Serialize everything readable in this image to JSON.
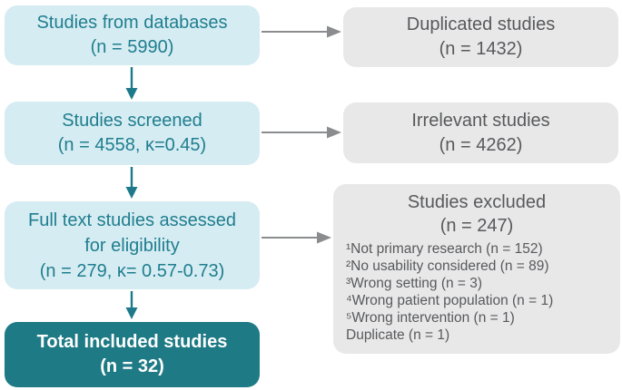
{
  "figure": {
    "type": "prisma-flow-diagram",
    "colors": {
      "light_teal_box": "#d6ecf3",
      "dark_teal_box": "#1e7a85",
      "teal_text": "#1f7e8e",
      "teal_arrow": "#1e7a8a",
      "gray_box": "#e8e8e9",
      "gray_text": "#58595b",
      "gray_arrow": "#8a8c8e"
    },
    "flow": {
      "left_boxes": [
        {
          "lines": [
            "Studies from databases",
            "(n = 5990)"
          ]
        },
        {
          "lines": [
            "Studies screened",
            "(n = 4558, κ=0.45)"
          ]
        },
        {
          "lines": [
            "Full text studies assessed",
            "for eligibility",
            "(n = 279, κ= 0.57-0.73)"
          ]
        },
        {
          "lines": [
            "Total included studies",
            "(n = 32)"
          ]
        }
      ],
      "right_boxes": [
        {
          "lines": [
            "Duplicated studies",
            "(n = 1432)"
          ]
        },
        {
          "lines": [
            "Irrelevant studies",
            "(n = 4262)"
          ]
        },
        {
          "title_lines": [
            "Studies excluded",
            "(n = 247)"
          ],
          "items": [
            "¹Not primary research (n = 152)",
            "²No usability considered (n = 89)",
            "³Wrong setting (n = 3)",
            "⁴Wrong patient population (n = 1)",
            "⁵Wrong intervention (n = 1)",
            "Duplicate (n = 1)"
          ]
        }
      ]
    }
  }
}
